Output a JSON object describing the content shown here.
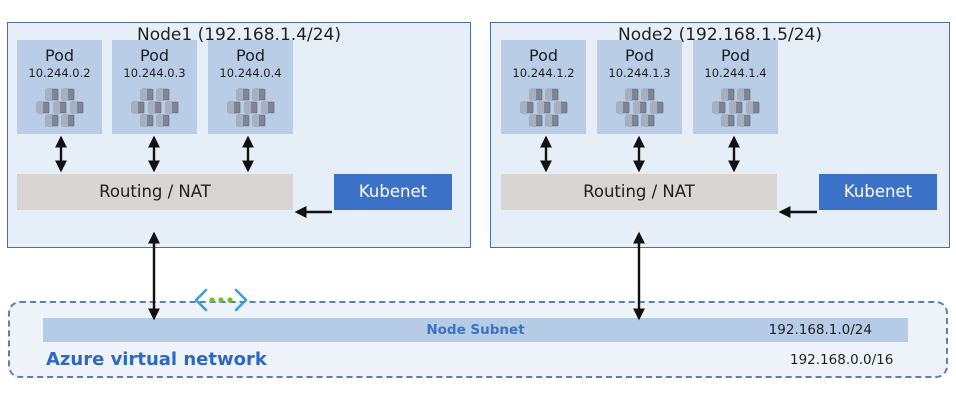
{
  "node1": {
    "title": "Node1 (192.168.1.4/24)",
    "pods": [
      {
        "label": "Pod",
        "ip": "10.244.0.2"
      },
      {
        "label": "Pod",
        "ip": "10.244.0.3"
      },
      {
        "label": "Pod",
        "ip": "10.244.0.4"
      }
    ],
    "routing_label": "Routing / NAT",
    "kubenet_label": "Kubenet"
  },
  "node2": {
    "title": "Node2 (192.168.1.5/24)",
    "pods": [
      {
        "label": "Pod",
        "ip": "10.244.1.2"
      },
      {
        "label": "Pod",
        "ip": "10.244.1.3"
      },
      {
        "label": "Pod",
        "ip": "10.244.1.4"
      }
    ],
    "routing_label": "Routing / NAT",
    "kubenet_label": "Kubenet"
  },
  "subnet": {
    "label": "Node Subnet",
    "cidr": "192.168.1.0/24"
  },
  "vnet": {
    "label": "Azure virtual network",
    "cidr": "192.168.0.0/16"
  },
  "icons": {
    "pod": "cube-cluster-icon",
    "vnet": "virtual-network-icon"
  },
  "colors": {
    "node_bg": "#e6eef8",
    "pod_bg": "#b9cde6",
    "routing_bg": "#d9d5d2",
    "kubenet_bg": "#3b71c7",
    "subnet_bg": "#b6cbe5",
    "vnet_accent": "#2f68c0"
  }
}
